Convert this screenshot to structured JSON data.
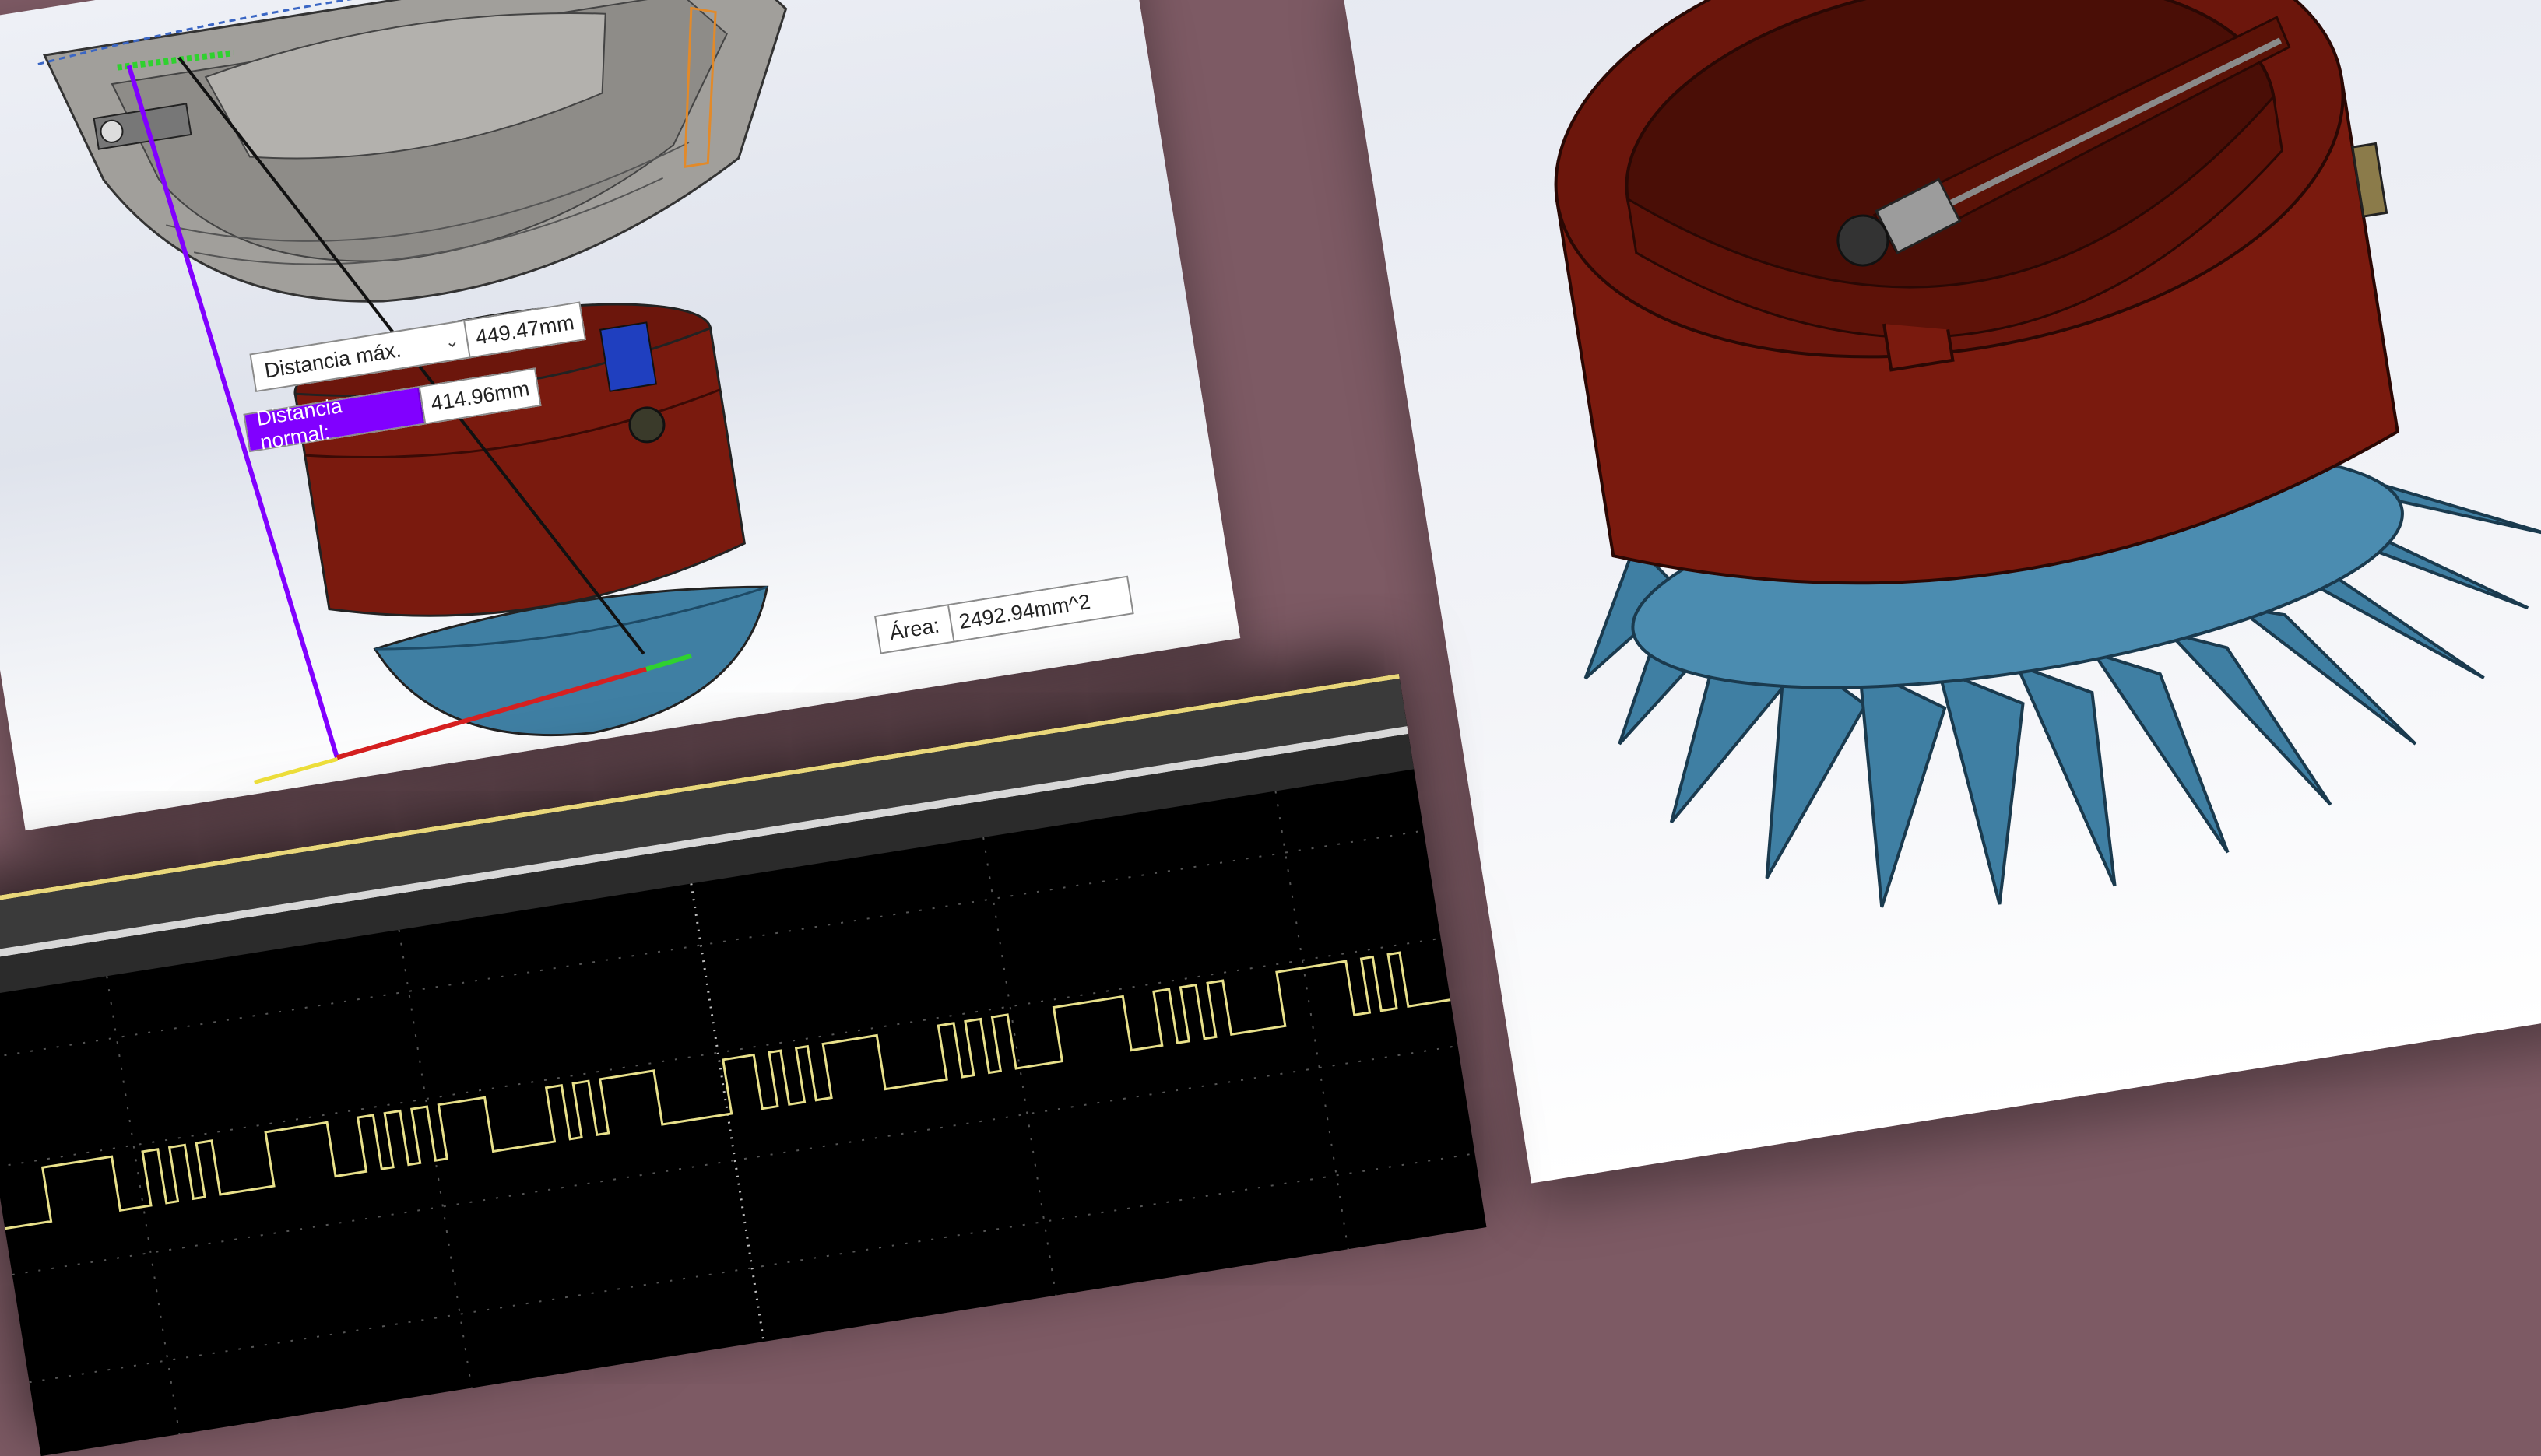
{
  "cad_left": {
    "measure": {
      "dropdown_label": "Distancia máx.",
      "dropdown_value": "449.47mm",
      "normal_label": "Distancia normal:",
      "normal_value": "414.96mm",
      "area_label": "Área:",
      "area_value": "2492.94mm^2"
    }
  },
  "icons": {
    "dropdown": "chevron-down-icon"
  },
  "colors": {
    "background": "#7d5a64",
    "housing_red": "#7a1a0e",
    "turbine_blue": "#3f7fa3",
    "measure_purple": "#8100ff",
    "scope_trace": "#e8e08a"
  }
}
